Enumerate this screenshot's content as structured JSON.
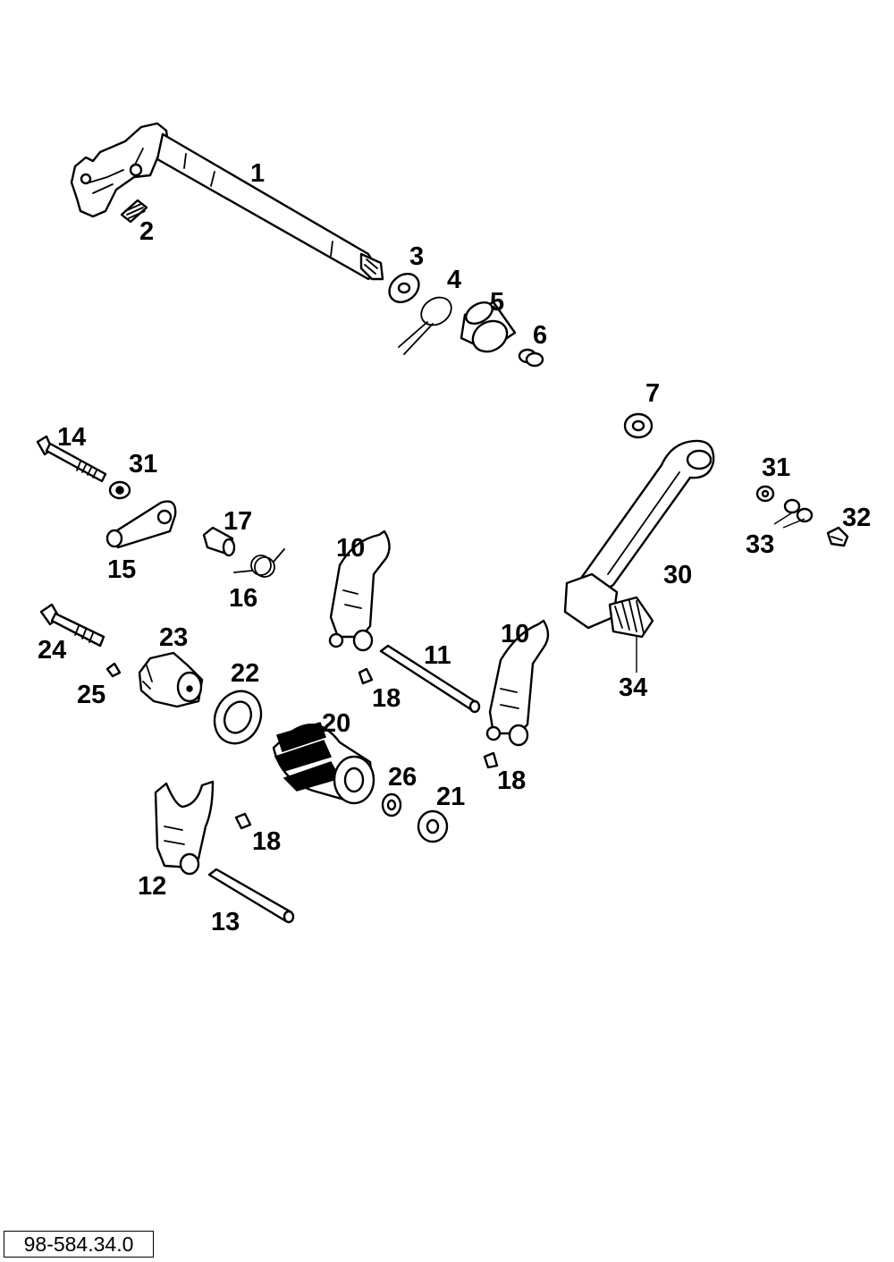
{
  "document_code": "98-584.34.0",
  "parts": [
    {
      "id": "shift-shaft",
      "label": "1"
    },
    {
      "id": "shaft-spring",
      "label": "2"
    },
    {
      "id": "washer-top",
      "label": "3"
    },
    {
      "id": "circlip-top",
      "label": "4"
    },
    {
      "id": "bushing",
      "label": "5"
    },
    {
      "id": "oring-top",
      "label": "6"
    },
    {
      "id": "lever-ring",
      "label": "7"
    },
    {
      "id": "fork-10a",
      "label": "10"
    },
    {
      "id": "fork-10b",
      "label": "10"
    },
    {
      "id": "fork-rod-11",
      "label": "11"
    },
    {
      "id": "fork-12",
      "label": "12"
    },
    {
      "id": "fork-rod-13",
      "label": "13"
    },
    {
      "id": "long-bolt-14",
      "label": "14"
    },
    {
      "id": "locking-lever-15",
      "label": "15"
    },
    {
      "id": "torsion-spring-16",
      "label": "16"
    },
    {
      "id": "roller-17",
      "label": "17"
    },
    {
      "id": "roller-18a",
      "label": "18"
    },
    {
      "id": "roller-18b",
      "label": "18"
    },
    {
      "id": "roller-18c",
      "label": "18"
    },
    {
      "id": "shift-drum-20",
      "label": "20"
    },
    {
      "id": "bearing-21",
      "label": "21"
    },
    {
      "id": "bearing-22",
      "label": "22"
    },
    {
      "id": "shift-drum-locating-23",
      "label": "23"
    },
    {
      "id": "bolt-24",
      "label": "24"
    },
    {
      "id": "small-nut-25",
      "label": "25"
    },
    {
      "id": "washer-26",
      "label": "26"
    },
    {
      "id": "shift-lever-30",
      "label": "30"
    },
    {
      "id": "washer-31a",
      "label": "31"
    },
    {
      "id": "washer-31b",
      "label": "31"
    },
    {
      "id": "bolt-32",
      "label": "32"
    },
    {
      "id": "nut-set-33",
      "label": "33"
    },
    {
      "id": "rubber-34",
      "label": "34"
    }
  ]
}
